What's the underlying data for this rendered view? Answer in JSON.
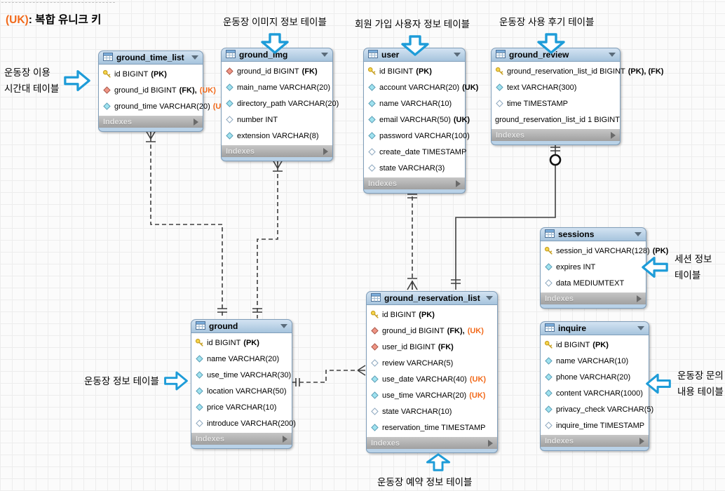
{
  "ui": {
    "indexes_label": "Indexes"
  },
  "legend": {
    "uk_token": "(UK)",
    "description": ": 복합 유니크 키"
  },
  "colors": {
    "arrow_blue": "#1e9cd8",
    "uk_orange": "#f26a1b",
    "header_blue": "#a6c4dd",
    "footer_gray": "#a0a0a0",
    "line_gray": "#3f3f3f"
  },
  "annotations": {
    "img": {
      "lines": [
        "운동장 이미지 정보 테이블"
      ]
    },
    "user": {
      "lines": [
        "회원 가입 사용자 정보 테이블"
      ]
    },
    "review": {
      "lines": [
        "운동장 사용 후기 테이블"
      ]
    },
    "time": {
      "lines": [
        "운동장 이용",
        "시간대 테이블"
      ]
    },
    "sessions": {
      "lines": [
        "세션 정보",
        "테이블"
      ]
    },
    "ground": {
      "lines": [
        "운동장 정보 테이블"
      ]
    },
    "inquire": {
      "lines": [
        "운동장 문의",
        "내용 테이블"
      ]
    },
    "reservation": {
      "lines": [
        "운동장 예약 정보 테이블"
      ]
    }
  },
  "tables": [
    {
      "key": "ground_time_list",
      "title": "ground_time_list",
      "columns": [
        {
          "icon": "pk",
          "text": "id BIGINT",
          "tags": [
            {
              "label": "(PK)",
              "style": "dark"
            }
          ]
        },
        {
          "icon": "fk",
          "text": "ground_id BIGINT",
          "tags": [
            {
              "label": "(FK),",
              "style": "dark"
            },
            {
              "label": "(UK)",
              "style": "uk"
            }
          ]
        },
        {
          "icon": "col",
          "text": "ground_time VARCHAR(20)",
          "tags": [
            {
              "label": "(UK)",
              "style": "uk"
            }
          ]
        }
      ]
    },
    {
      "key": "ground_img",
      "title": "ground_img",
      "columns": [
        {
          "icon": "fk",
          "text": "ground_id BIGINT",
          "tags": [
            {
              "label": "(FK)",
              "style": "dark"
            }
          ]
        },
        {
          "icon": "col",
          "text": "main_name VARCHAR(20)",
          "tags": []
        },
        {
          "icon": "col",
          "text": "directory_path VARCHAR(20)",
          "tags": []
        },
        {
          "icon": "open",
          "text": "number INT",
          "tags": []
        },
        {
          "icon": "col",
          "text": "extension VARCHAR(8)",
          "tags": []
        }
      ]
    },
    {
      "key": "user",
      "title": "user",
      "columns": [
        {
          "icon": "pk",
          "text": "id BIGINT",
          "tags": [
            {
              "label": "(PK)",
              "style": "dark"
            }
          ]
        },
        {
          "icon": "col",
          "text": "account VARCHAR(20)",
          "tags": [
            {
              "label": "(UK)",
              "style": "dark"
            }
          ]
        },
        {
          "icon": "col",
          "text": "name VARCHAR(10)",
          "tags": []
        },
        {
          "icon": "col",
          "text": "email VARCHAR(50)",
          "tags": [
            {
              "label": "(UK)",
              "style": "dark"
            }
          ]
        },
        {
          "icon": "col",
          "text": "password VARCHAR(100)",
          "tags": []
        },
        {
          "icon": "open",
          "text": "create_date TIMESTAMP",
          "tags": []
        },
        {
          "icon": "open",
          "text": "state VARCHAR(3)",
          "tags": []
        }
      ]
    },
    {
      "key": "ground_review",
      "title": "ground_review",
      "columns": [
        {
          "icon": "pk",
          "text": "ground_reservation_list_id BIGINT",
          "tags": [
            {
              "label": "(PK), (FK)",
              "style": "dark"
            }
          ]
        },
        {
          "icon": "col",
          "text": "text VARCHAR(300)",
          "tags": []
        },
        {
          "icon": "open",
          "text": "time TIMESTAMP",
          "tags": []
        },
        {
          "icon": "none",
          "text": "ground_reservation_list_id 1 BIGINT",
          "tags": []
        }
      ]
    },
    {
      "key": "sessions",
      "title": "sessions",
      "columns": [
        {
          "icon": "pk",
          "text": "session_id VARCHAR(128)",
          "tags": [
            {
              "label": "(PK)",
              "style": "dark"
            }
          ]
        },
        {
          "icon": "col",
          "text": "expires INT",
          "tags": []
        },
        {
          "icon": "open",
          "text": "data MEDIUMTEXT",
          "tags": []
        }
      ]
    },
    {
      "key": "ground",
      "title": "ground",
      "columns": [
        {
          "icon": "pk",
          "text": "id BIGINT",
          "tags": [
            {
              "label": "(PK)",
              "style": "dark"
            }
          ]
        },
        {
          "icon": "col",
          "text": "name VARCHAR(20)",
          "tags": []
        },
        {
          "icon": "col",
          "text": "use_time VARCHAR(30)",
          "tags": []
        },
        {
          "icon": "col",
          "text": "location VARCHAR(50)",
          "tags": []
        },
        {
          "icon": "col",
          "text": "price VARCHAR(10)",
          "tags": []
        },
        {
          "icon": "open",
          "text": "introduce VARCHAR(200)",
          "tags": []
        }
      ]
    },
    {
      "key": "ground_reservation_list",
      "title": "ground_reservation_list",
      "columns": [
        {
          "icon": "pk",
          "text": "id BIGINT",
          "tags": [
            {
              "label": "(PK)",
              "style": "dark"
            }
          ]
        },
        {
          "icon": "fk",
          "text": "ground_id BIGINT",
          "tags": [
            {
              "label": "(FK),",
              "style": "dark"
            },
            {
              "label": "(UK)",
              "style": "uk"
            }
          ]
        },
        {
          "icon": "fk",
          "text": "user_id BIGINT",
          "tags": [
            {
              "label": "(FK)",
              "style": "dark"
            }
          ]
        },
        {
          "icon": "open",
          "text": "review VARCHAR(5)",
          "tags": []
        },
        {
          "icon": "col",
          "text": "use_date VARCHAR(40)",
          "tags": [
            {
              "label": "(UK)",
              "style": "uk"
            }
          ]
        },
        {
          "icon": "col",
          "text": "use_time VARCHAR(20)",
          "tags": [
            {
              "label": "(UK)",
              "style": "uk"
            }
          ]
        },
        {
          "icon": "open",
          "text": "state VARCHAR(10)",
          "tags": []
        },
        {
          "icon": "col",
          "text": "reservation_time TIMESTAMP",
          "tags": []
        }
      ]
    },
    {
      "key": "inquire",
      "title": "inquire",
      "columns": [
        {
          "icon": "pk",
          "text": "id BIGINT",
          "tags": [
            {
              "label": "(PK)",
              "style": "dark"
            }
          ]
        },
        {
          "icon": "col",
          "text": "name VARCHAR(10)",
          "tags": []
        },
        {
          "icon": "col",
          "text": "phone VARCHAR(20)",
          "tags": []
        },
        {
          "icon": "col",
          "text": "content VARCHAR(1000)",
          "tags": []
        },
        {
          "icon": "col",
          "text": "privacy_check VARCHAR(5)",
          "tags": []
        },
        {
          "icon": "open",
          "text": "inquire_time TIMESTAMP",
          "tags": []
        }
      ]
    }
  ]
}
